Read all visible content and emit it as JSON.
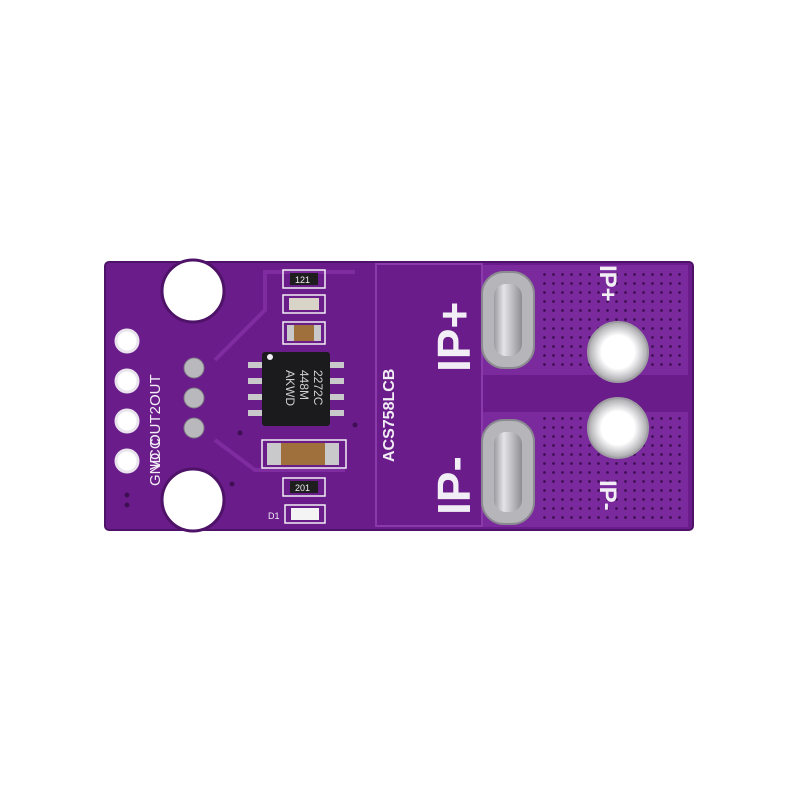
{
  "board": {
    "model": "ACS758LCB",
    "chip_marking_line1": "2272C",
    "chip_marking_line2": "448M",
    "chip_marking_line3": "AKWD",
    "pin_labels": [
      "VCC",
      "GND",
      "OUT2",
      "OUT"
    ],
    "terminal_positive": "IP+",
    "terminal_negative": "IP-",
    "resistor_r1": "121",
    "resistor_r2": "201",
    "led_label": "D1",
    "colors": {
      "pcb": "#6a1d8a",
      "pcb_dark": "#4e1268",
      "copper_pour": "#7a2a9c",
      "silkscreen": "#f2eef5",
      "metal": "#c9c9cc"
    }
  }
}
